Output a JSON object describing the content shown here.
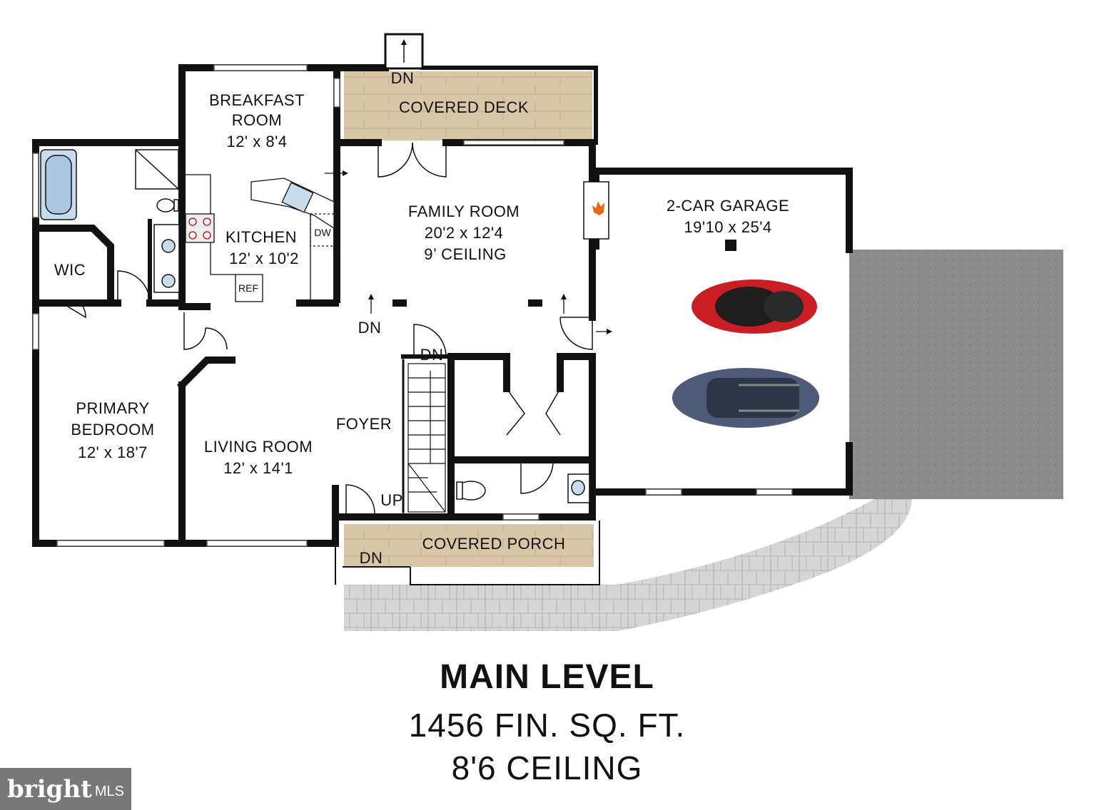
{
  "floorplan": {
    "rooms": [
      {
        "id": "breakfast",
        "name": "BREAKFAST\nROOM",
        "dims": "12' x 8'4"
      },
      {
        "id": "covered_deck",
        "name": "COVERED DECK",
        "dims": ""
      },
      {
        "id": "kitchen",
        "name": "KITCHEN",
        "dims": "12' x 10'2"
      },
      {
        "id": "family",
        "name": "FAMILY ROOM",
        "dims": "20'2 x 12'4",
        "ceiling": "9’ CEILING"
      },
      {
        "id": "garage",
        "name": "2-CAR GARAGE",
        "dims": "19'10 x 25'4"
      },
      {
        "id": "wic",
        "name": "WIC",
        "dims": ""
      },
      {
        "id": "primary",
        "name": "PRIMARY\nBEDROOM",
        "dims": "12' x 18'7"
      },
      {
        "id": "living",
        "name": "LIVING ROOM",
        "dims": "12' x 14'1"
      },
      {
        "id": "foyer",
        "name": "FOYER",
        "dims": ""
      },
      {
        "id": "porch",
        "name": "COVERED PORCH",
        "dims": ""
      }
    ],
    "markers": {
      "dn": "DN",
      "up": "UP",
      "dw": "DW",
      "ref": "REF"
    },
    "colors": {
      "wall": "#111111",
      "deck": "#d8c7a6",
      "driveway": "#8a8a8a",
      "paver": "#d4d4d4",
      "car1": "#c81e24",
      "car2": "#4d5a78"
    }
  },
  "footer": {
    "title": "MAIN LEVEL",
    "area": "1456 FIN. SQ. FT.",
    "ceiling": "8'6 CEILING"
  },
  "watermark": {
    "brand": "bright",
    "suffix": "MLS"
  }
}
